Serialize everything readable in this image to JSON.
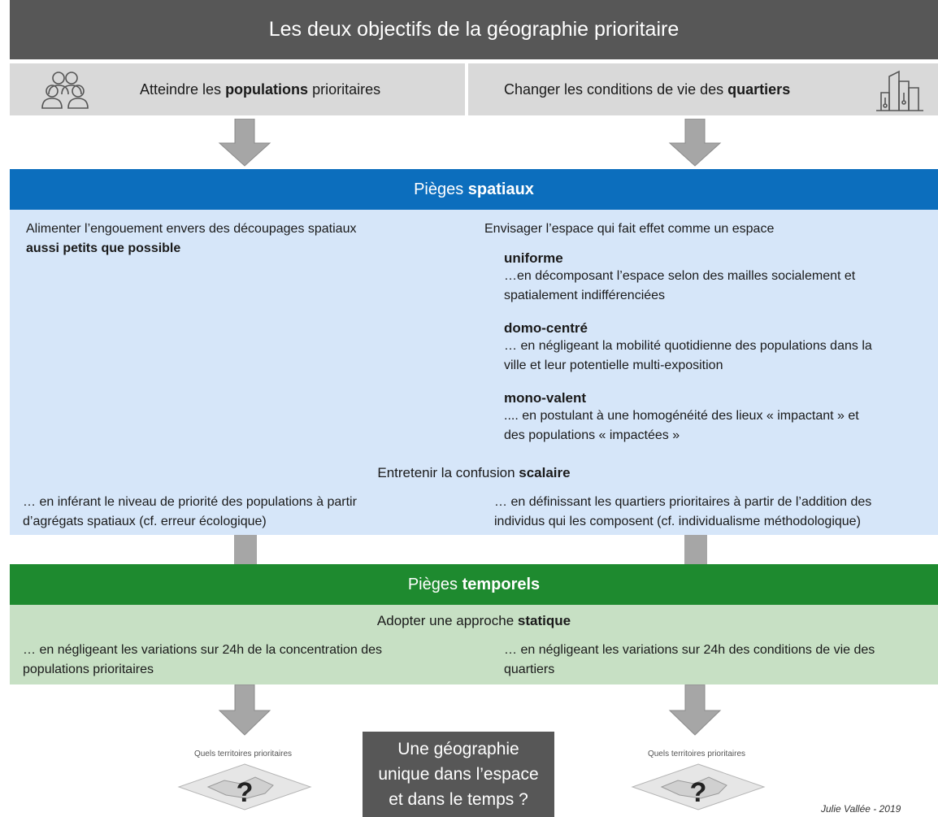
{
  "title": "Les deux objectifs de la géographie prioritaire",
  "goals": {
    "left": {
      "prefix": "Atteindre les ",
      "bold": "populations",
      "suffix": " prioritaires",
      "icon": "people-group-icon"
    },
    "right": {
      "prefix": "Changer les conditions de vie des ",
      "bold": "quartiers",
      "icon": "city-buildings-icon"
    }
  },
  "spatial": {
    "header_prefix": "Pièges ",
    "header_bold": "spatiaux",
    "left_text": "Alimenter l’engouement envers des découpages spatiaux",
    "left_bold": "aussi petits que possible",
    "right_intro": "Envisager l’espace qui fait effet comme un espace",
    "items": [
      {
        "title": "uniforme",
        "line1": "…en décomposant l’espace selon des mailles socialement et",
        "line2": "spatialement indifférenciées"
      },
      {
        "title": "domo-centré",
        "line1": "… en négligeant la mobilité quotidienne des populations dans la",
        "line2": "ville et leur potentielle multi-exposition"
      },
      {
        "title": "mono-valent",
        "line1": ".... en postulant à une homogénéité des lieux « impactant » et",
        "line2": "des populations « impactées »"
      }
    ],
    "scalar_prefix": "Entretenir la confusion ",
    "scalar_bold": "scalaire",
    "scalar_left_1": "… en inférant le niveau de priorité des populations à partir",
    "scalar_left_2": "d’agrégats spatiaux (cf. erreur écologique)",
    "scalar_right_1": "… en définissant les quartiers prioritaires à partir de l’addition des",
    "scalar_right_2": "individus qui les composent (cf. individualisme méthodologique)"
  },
  "temporal": {
    "header_prefix": "Pièges ",
    "header_bold": "temporels",
    "static_prefix": "Adopter une approche ",
    "static_bold": "statique",
    "left_1": "… en négligeant les variations sur 24h de la concentration des",
    "left_2": "populations prioritaires",
    "right_1": "… en négligeant les variations sur 24h des conditions de vie des",
    "right_2": "quartiers"
  },
  "outcomes": {
    "map_caption": "Quels territoires prioritaires",
    "map_icon": "question-map-icon",
    "question_lines": [
      "Une géographie",
      "unique dans l’espace",
      "et dans le temps ?"
    ]
  },
  "credit": "Julie Vallée - 2019",
  "colors": {
    "title_bg": "#575757",
    "goal_bg": "#d9d9d9",
    "spatial_header": "#0c6ebd",
    "spatial_panel": "#d6e6f9",
    "temporal_header": "#1e8a2f",
    "temporal_panel": "#c7e0c4",
    "arrow": "#a6a6a6"
  }
}
